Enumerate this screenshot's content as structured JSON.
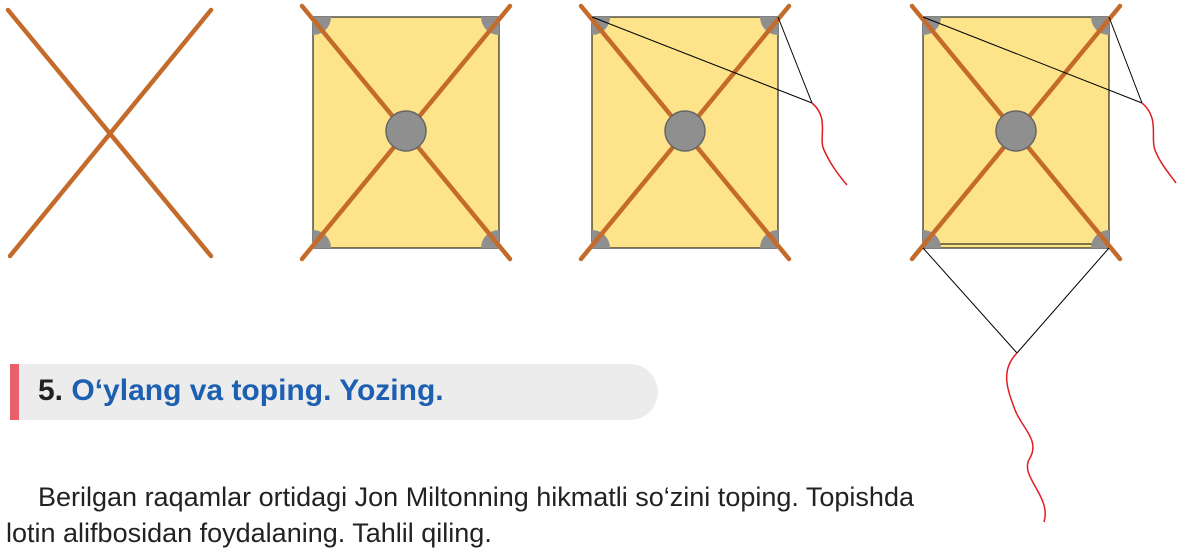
{
  "colors": {
    "stick": "#c46a2a",
    "sail": "#fde48a",
    "joint": "#8f8f8f",
    "string": "#000000",
    "tail": "#e01b24",
    "header_bg": "#ececec",
    "header_accent": "#e8606c",
    "header_text": "#1d5fb0"
  },
  "task": {
    "number": "5.",
    "title": "O‘ylang va toping. Yozing."
  },
  "instruction": {
    "text": "Berilgan raqamlar ortidagi Jon Miltonning hikmatli so‘zini toping. Topishda lotin alifbosidan foydalaning. Tahlil qiling."
  }
}
